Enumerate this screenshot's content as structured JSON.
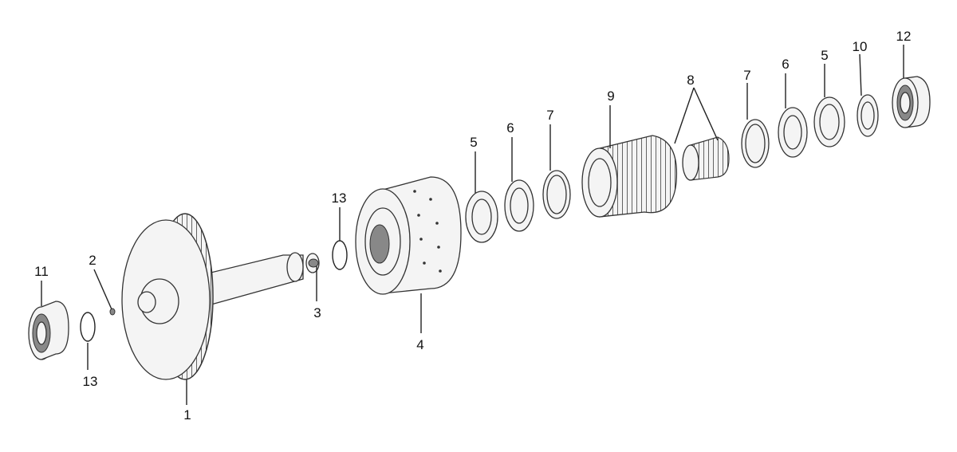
{
  "diagram": {
    "parts": [
      {
        "name": "gear-shaft",
        "label": "1"
      },
      {
        "name": "pin",
        "label": "2"
      },
      {
        "name": "spring",
        "label": "3"
      },
      {
        "name": "clutch-drum",
        "label": "4"
      },
      {
        "name": "thrust-washer-a",
        "label": "5"
      },
      {
        "name": "thrust-bearing-a",
        "label": "6"
      },
      {
        "name": "thrust-washer-b",
        "label": "7"
      },
      {
        "name": "needle-bearing",
        "label": "8"
      },
      {
        "name": "planet-carrier",
        "label": "9"
      },
      {
        "name": "thrust-washer-c",
        "label": "7"
      },
      {
        "name": "thrust-bearing-b",
        "label": "6"
      },
      {
        "name": "thrust-washer-d",
        "label": "5"
      },
      {
        "name": "lock-plate",
        "label": "10"
      },
      {
        "name": "ball-bearing-right",
        "label": "12"
      },
      {
        "name": "ball-bearing-left",
        "label": "11"
      },
      {
        "name": "snap-ring-a",
        "label": "13"
      },
      {
        "name": "snap-ring-b",
        "label": "13"
      }
    ]
  }
}
